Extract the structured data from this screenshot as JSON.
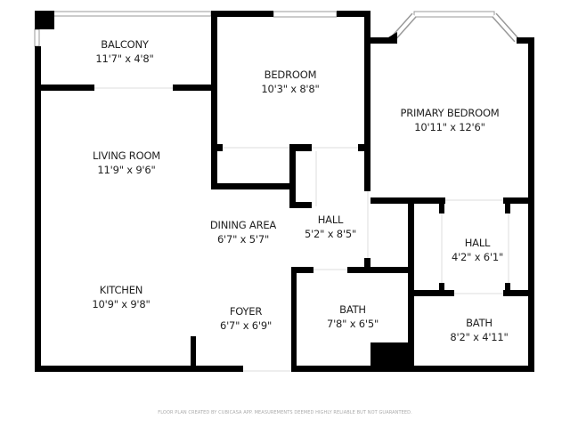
{
  "rooms": [
    {
      "name": "BALCONY",
      "size": "11'7\" x 4'8\""
    },
    {
      "name": "BEDROOM",
      "size": "10'3\" x 8'8\""
    },
    {
      "name": "PRIMARY BEDROOM",
      "size": "10'11\" x 12'6\""
    },
    {
      "name": "LIVING ROOM",
      "size": "11'9\" x 9'6\""
    },
    {
      "name": "DINING AREA",
      "size": "6'7\" x 5'7\""
    },
    {
      "name": "HALL",
      "size": "5'2\" x 8'5\""
    },
    {
      "name": "HALL",
      "size": "4'2\" x 6'1\""
    },
    {
      "name": "KITCHEN",
      "size": "10'9\" x 9'8\""
    },
    {
      "name": "FOYER",
      "size": "6'7\" x 6'9\""
    },
    {
      "name": "BATH",
      "size": "7'8\" x 6'5\""
    },
    {
      "name": "BATH",
      "size": "8'2\" x 4'11\""
    }
  ],
  "footer": "FLOOR PLAN CREATED BY CUBICASA APP. MEASUREMENTS DEEMED HIGHLY RELIABLE BUT NOT GUARANTEED.",
  "colors": {
    "wall": "#000000",
    "window": "#bbbbbb",
    "background": "#ffffff"
  }
}
